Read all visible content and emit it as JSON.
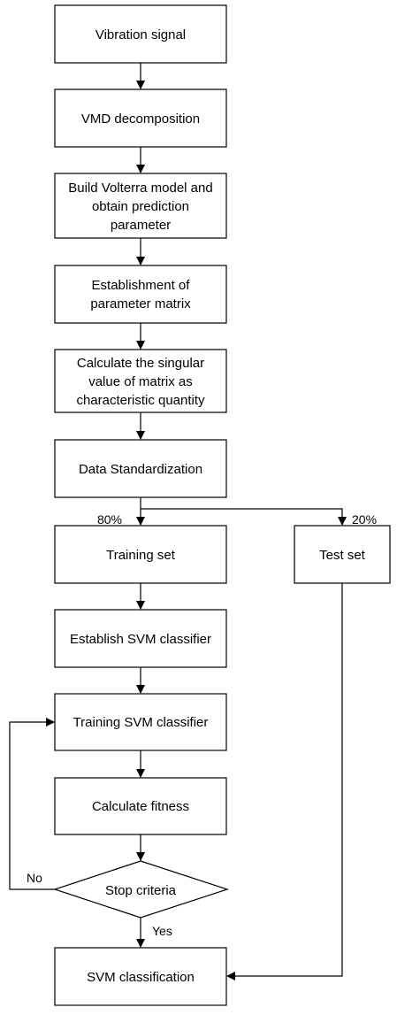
{
  "steps": {
    "vibration_signal": "Vibration signal",
    "vmd_decomposition": "VMD decomposition",
    "volterra_model": [
      "Build Volterra model and",
      "obtain prediction",
      "parameter"
    ],
    "parameter_matrix": [
      "Establishment of",
      "parameter matrix"
    ],
    "singular_value": [
      "Calculate the singular",
      "value of matrix as",
      "characteristic quantity"
    ],
    "data_standardization": "Data Standardization",
    "training_set": "Training set",
    "test_set": "Test set",
    "establish_svm": "Establish SVM classifier",
    "training_svm": "Training SVM classifier",
    "calculate_fitness": "Calculate fitness",
    "stop_criteria": "Stop criteria",
    "svm_classification": "SVM classification"
  },
  "labels": {
    "train_ratio": "80%",
    "test_ratio": "20%",
    "no": "No",
    "yes": "Yes"
  }
}
